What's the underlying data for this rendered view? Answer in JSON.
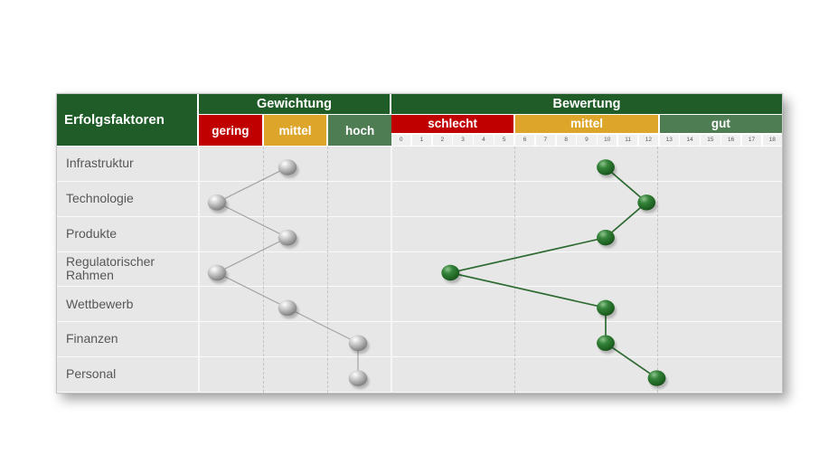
{
  "colors": {
    "header_green": "#1F5C28",
    "band_red": "#C00000",
    "band_gold": "#DEA52B",
    "band_muted_green": "#4E7D53",
    "body_gray": "#E7E7E7",
    "scale_cell_gray": "#F0F0F0",
    "label_text": "#575757",
    "line_gray": "#A3A3A3",
    "line_green": "#2D6A31",
    "sphere_gray": "#9E9E9E",
    "sphere_green": "#2E7D33"
  },
  "table": {
    "corner_label": "Erfolgsfaktoren",
    "gewichtung": {
      "title": "Gewichtung",
      "bands": [
        "gering",
        "mittel",
        "hoch"
      ]
    },
    "bewertung": {
      "title": "Bewertung",
      "bands": [
        "schlecht",
        "mittel",
        "gut"
      ],
      "scale": [
        "0",
        "1",
        "2",
        "3",
        "4",
        "5",
        "6",
        "7",
        "8",
        "9",
        "10",
        "11",
        "12",
        "13",
        "14",
        "15",
        "16",
        "17",
        "18"
      ]
    },
    "rows": [
      {
        "label": "Infrastruktur",
        "gewichtung": "mittel",
        "bewertung": 10
      },
      {
        "label": "Technologie",
        "gewichtung": "gering",
        "bewertung": 12
      },
      {
        "label": "Produkte",
        "gewichtung": "mittel",
        "bewertung": 10
      },
      {
        "label": "Regulatorischer Rahmen",
        "gewichtung": "gering",
        "bewertung": 2.4
      },
      {
        "label": "Wettbewerb",
        "gewichtung": "mittel",
        "bewertung": 10
      },
      {
        "label": "Finanzen",
        "gewichtung": "hoch",
        "bewertung": 10
      },
      {
        "label": "Personal",
        "gewichtung": "hoch",
        "bewertung": 12.5
      }
    ]
  },
  "chart_data": {
    "type": "scatter",
    "title": "",
    "categories": [
      "Infrastruktur",
      "Technologie",
      "Produkte",
      "Regulatorischer Rahmen",
      "Wettbewerb",
      "Finanzen",
      "Personal"
    ],
    "series": [
      {
        "name": "Gewichtung",
        "scale": [
          "gering",
          "mittel",
          "hoch"
        ],
        "values": [
          "mittel",
          "gering",
          "mittel",
          "gering",
          "mittel",
          "hoch",
          "hoch"
        ],
        "marker": "gray-sphere",
        "line": "thin-gray"
      },
      {
        "name": "Bewertung",
        "axis_range": [
          0,
          18
        ],
        "bands": {
          "schlecht": [
            0,
            5
          ],
          "mittel": [
            6,
            12
          ],
          "gut": [
            13,
            18
          ]
        },
        "values": [
          10,
          12,
          10,
          2.4,
          10,
          10,
          12.5
        ],
        "marker": "green-sphere",
        "line": "thin-green"
      }
    ],
    "orientation": "categories-vertical",
    "legend_position": "none",
    "grid": "dashed-section-separators"
  }
}
